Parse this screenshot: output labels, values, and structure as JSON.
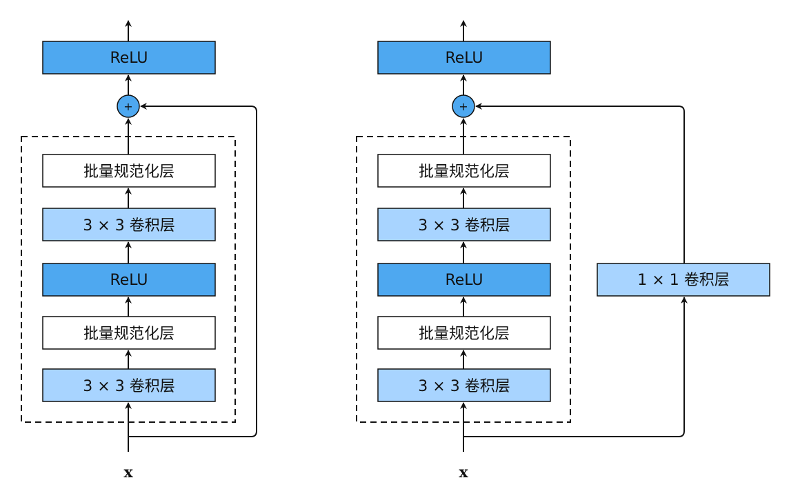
{
  "diagram": {
    "left": {
      "top_relu": "ReLU",
      "sum": "+",
      "bn_upper": "批量规范化层",
      "conv_upper": "3 × 3 卷积层",
      "relu_mid": "ReLU",
      "bn_lower": "批量规范化层",
      "conv_lower": "3 × 3 卷积层",
      "input": "x"
    },
    "right": {
      "top_relu": "ReLU",
      "sum": "+",
      "bn_upper": "批量规范化层",
      "conv_upper": "3 × 3 卷积层",
      "relu_mid": "ReLU",
      "bn_lower": "批量规范化层",
      "conv_lower": "3 × 3 卷积层",
      "shortcut_conv": "1 × 1 卷积层",
      "input": "x"
    },
    "colors": {
      "relu_fill": "#4ea8f0",
      "conv_fill": "#a8d4ff",
      "bn_fill": "#ffffff",
      "sum_fill": "#4ea8f0",
      "stroke": "#111111"
    }
  }
}
